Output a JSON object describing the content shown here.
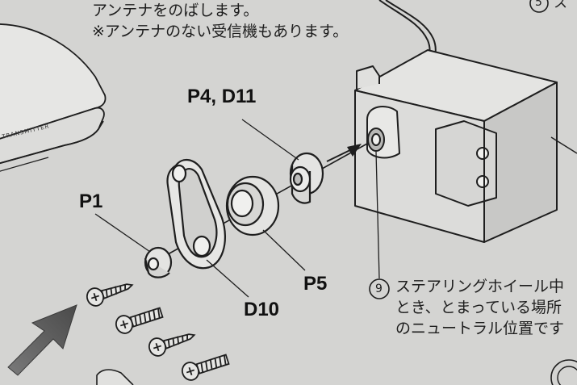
{
  "instructions": {
    "top_line1": "アンテナをのばします。",
    "top_line2": "※アンテナのない受信機もあります。",
    "step_top_number": "5",
    "step_top_text": "ス",
    "step9_number": "9",
    "step9_line1": "ステアリングホイール中",
    "step9_line2": "とき、とまっている場所",
    "step9_line3": "のニュートラル位置です"
  },
  "transmitter": {
    "label": "TRANSMITTER"
  },
  "parts": {
    "p4_d11": "P4, D11",
    "p1": "P1",
    "p5": "P5",
    "d10": "D10"
  },
  "colors": {
    "paper": "#d4d4d2",
    "ink": "#1e1e1e",
    "arrow": "#5a5a5a"
  }
}
